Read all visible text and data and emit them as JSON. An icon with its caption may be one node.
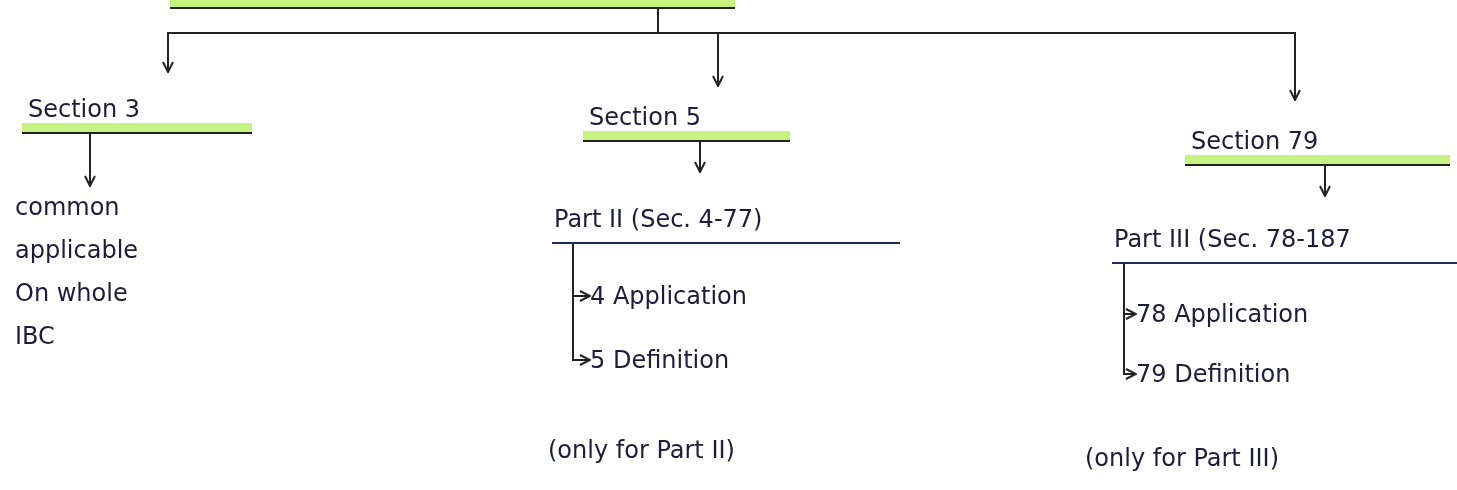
{
  "diagram": {
    "nodes": [
      {
        "text": [],
        "shape": "bar"
      },
      {
        "text": [
          "Section 3"
        ]
      },
      {
        "text": [
          "Section 5"
        ]
      },
      {
        "text": [
          "Section 79"
        ]
      },
      {
        "text": [
          "common applicable On whole IBC"
        ]
      },
      {
        "text": [
          "Part II (Sec. 4-77)"
        ]
      },
      {
        "text": [
          "4 Application"
        ]
      },
      {
        "text": [
          "5 Definition"
        ]
      },
      {
        "text": [
          "Part III (Sec. 78-187"
        ]
      },
      {
        "text": [
          "78 Application"
        ]
      },
      {
        "text": [
          "79 Definition"
        ]
      }
    ],
    "edges": [
      {
        "from": 0,
        "to": 1,
        "arrow": "to"
      },
      {
        "from": 0,
        "to": 2,
        "arrow": "to"
      },
      {
        "from": 0,
        "to": 3,
        "arrow": "to"
      },
      {
        "from": 1,
        "to": 4,
        "arrow": "to"
      },
      {
        "from": 2,
        "to": 5,
        "arrow": "to"
      },
      {
        "from": 3,
        "to": 8,
        "arrow": "to"
      },
      {
        "from": 5,
        "to": 6,
        "arrow": "to"
      },
      {
        "from": 5,
        "to": 7,
        "arrow": "to"
      },
      {
        "from": 8,
        "to": 9,
        "arrow": "to"
      },
      {
        "from": 8,
        "to": 10,
        "arrow": "to"
      }
    ],
    "labels": [
      "(only for Part II)",
      "(only for Part III)"
    ]
  }
}
